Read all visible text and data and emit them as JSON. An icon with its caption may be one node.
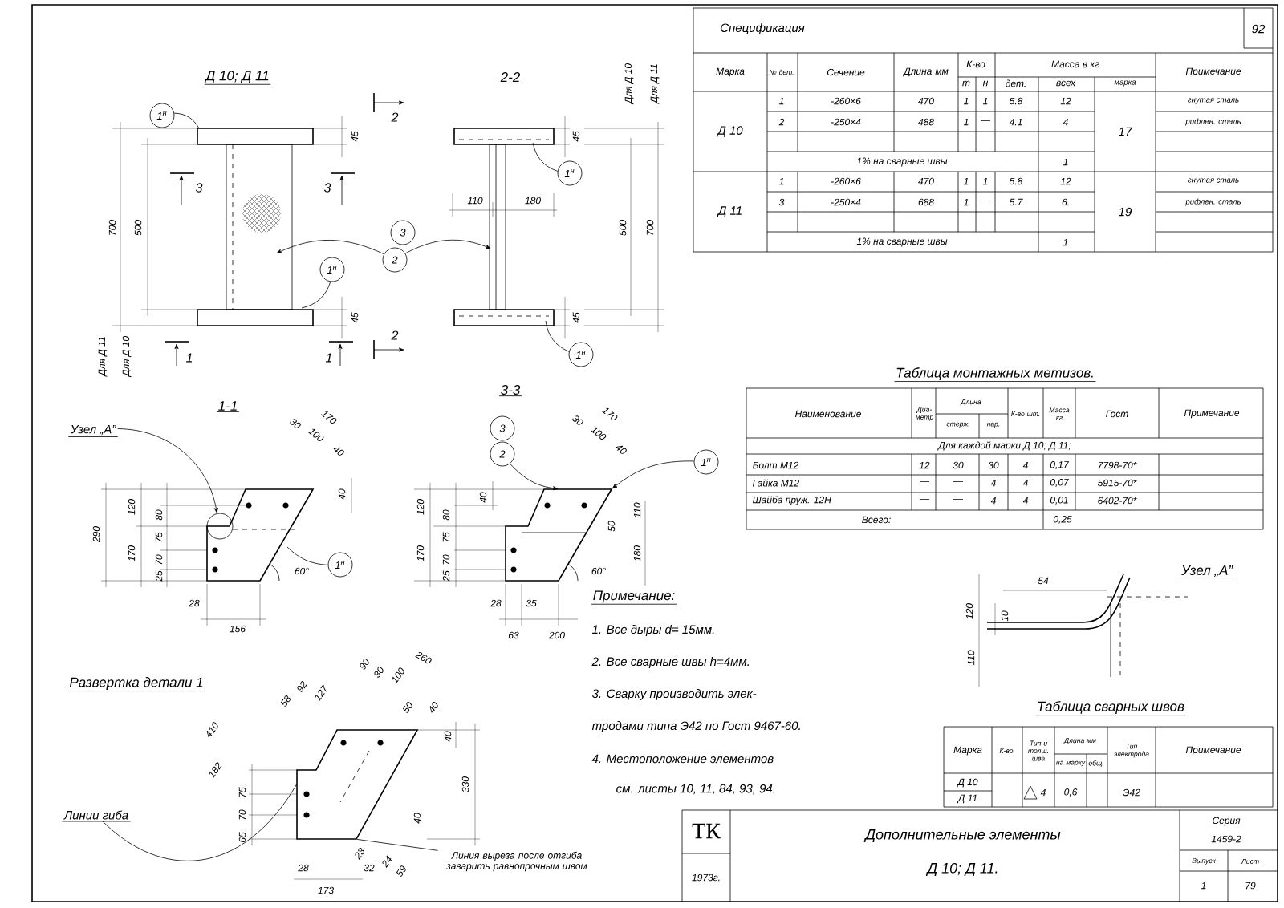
{
  "diagram": {
    "nodes": [
      {
        "text": [
          "1$^{н}$"
        ]
      },
      {
        "text": [
          "1$^{н}$"
        ]
      },
      {
        "text": [
          "3"
        ]
      },
      {
        "text": [
          "2"
        ]
      },
      {
        "text": [
          "1$^{н}$"
        ]
      },
      {
        "text": [
          "1$^{н}$"
        ]
      },
      {
        "text": [
          "1$^{н}$"
        ]
      },
      {
        "text": [
          "3"
        ]
      },
      {
        "text": [
          "2"
        ]
      },
      {
        "text": [
          "1$^{н}$"
        ]
      },
      {
        "text": [
          "Узел „А”"
        ]
      },
      {
        "text": [],
        "shape": "circle"
      },
      {
        "text": [
          "Линии гиба"
        ]
      },
      {
        "text": [
          "Линия выреза после отгиба заварить равнопрочным швом"
        ]
      },
      {
        "text": [],
        "shape": "picture"
      },
      {
        "text": [],
        "shape": "picture"
      }
    ],
    "edges": [
      {
        "from": 0,
        "to": null,
        "arrow": "none"
      },
      {
        "from": 1,
        "to": null,
        "arrow": "none"
      },
      {
        "from": 3,
        "to": null,
        "arrow": "to"
      },
      {
        "from": 3,
        "to": null,
        "arrow": "to"
      },
      {
        "from": 4,
        "to": null,
        "arrow": "none"
      },
      {
        "from": 5,
        "to": null,
        "arrow": "none"
      },
      {
        "from": 6,
        "to": null,
        "arrow": "none"
      },
      {
        "from": 8,
        "to": 14,
        "arrow": "to"
      },
      {
        "from": 9,
        "to": 14,
        "arrow": "to"
      },
      {
        "from": 10,
        "to": 11,
        "arrow": "to"
      },
      {
        "from": 12,
        "to": 15,
        "arrow": "none"
      },
      {
        "from": 13,
        "to": 15,
        "arrow": "none"
      }
    ],
    "labels": [
      "Д 10; Д 11",
      "2-2",
      "2",
      "2",
      "3",
      "3",
      "1",
      "1",
      "45",
      "45",
      "700",
      "500",
      "110",
      "180",
      "45",
      "45",
      "500",
      "700",
      "Для Д 10",
      "Для Д 11",
      "Для Д 11",
      "Для Д 10",
      "1-1",
      "3-3",
      "170",
      "30",
      "100",
      "40",
      "290",
      "120",
      "170",
      "80",
      "75",
      "70",
      "25",
      "40",
      "60°",
      "28",
      "156",
      "120",
      "170",
      "80",
      "75",
      "70",
      "25",
      "40",
      "170",
      "30",
      "100",
      "40",
      "50",
      "110",
      "180",
      "60°",
      "28",
      "35",
      "63",
      "200",
      "Развертка детали 1",
      "410",
      "182",
      "75",
      "70",
      "65",
      "58",
      "92",
      "127",
      "90",
      "30",
      "100",
      "260",
      "50",
      "40",
      "40",
      "330",
      "40",
      "28",
      "23",
      "32",
      "24",
      "59",
      "173",
      "Примечание:",
      "1. Все дыры d= 15мм.",
      "2. Все сварные швы h=4мм.",
      "3. Сварку производить элек-",
      "тродами типа Э42 по Гост 9467-60.",
      "4. Местоположение элементов",
      "см. листы 10, 11, 84, 93, 94.",
      "Узел „А”",
      "120",
      "54",
      "10",
      "110",
      "Спецификация",
      "92",
      "Марка",
      "№ дет.",
      "Сечение",
      "Длина мм",
      "К-во",
      "т",
      "н",
      "Масса в кг",
      "дет.",
      "всех",
      "марка",
      "Примечание",
      "Д 10",
      "1",
      "-260×6",
      "470",
      "1",
      "1",
      "5.8",
      "12",
      "17",
      "гнутая сталь",
      "2",
      "-250×4",
      "488",
      "1",
      "—",
      "4.1",
      "4",
      "рифлен. сталь",
      "1% на сварные швы",
      "1",
      "Д 11",
      "1",
      "-260×6",
      "470",
      "1",
      "1",
      "5.8",
      "12",
      "19",
      "гнутая сталь",
      "3",
      "-250×4",
      "688",
      "1",
      "—",
      "5.7",
      "6.",
      "рифлен. сталь",
      "1% на сварные швы",
      "1",
      "Таблица монтажных метизов.",
      "Наименование",
      "Диа- метр",
      "Длина",
      "стерж.",
      "нар.",
      "К-во шт.",
      "Масса кг",
      "Гост",
      "Примечание",
      "Для каждой марки Д 10; Д 11;",
      "Болт М12",
      "12",
      "30",
      "30",
      "4",
      "0,17",
      "7798-70*",
      "Гайка М12",
      "—",
      "—",
      "4",
      "4",
      "0,07",
      "5915-70*",
      "Шайба пруж. 12Н",
      "—",
      "—",
      "4",
      "4",
      "0,01",
      "6402-70*",
      "Всего:",
      "0,25",
      "Таблица сварных швов",
      "Марка",
      "К-во",
      "Тип и толщ. шва",
      "Длина мм",
      "на марку",
      "общ.",
      "Тип электрода",
      "Примечание",
      "Д 10",
      "Д 11",
      "4",
      "0,6",
      "Э42",
      "ТК",
      "1973г.",
      "Дополнительные элементы",
      "Д 10; Д 11.",
      "Серия",
      "1459-2",
      "Выпуск",
      "Лист",
      "1",
      "79"
    ]
  }
}
